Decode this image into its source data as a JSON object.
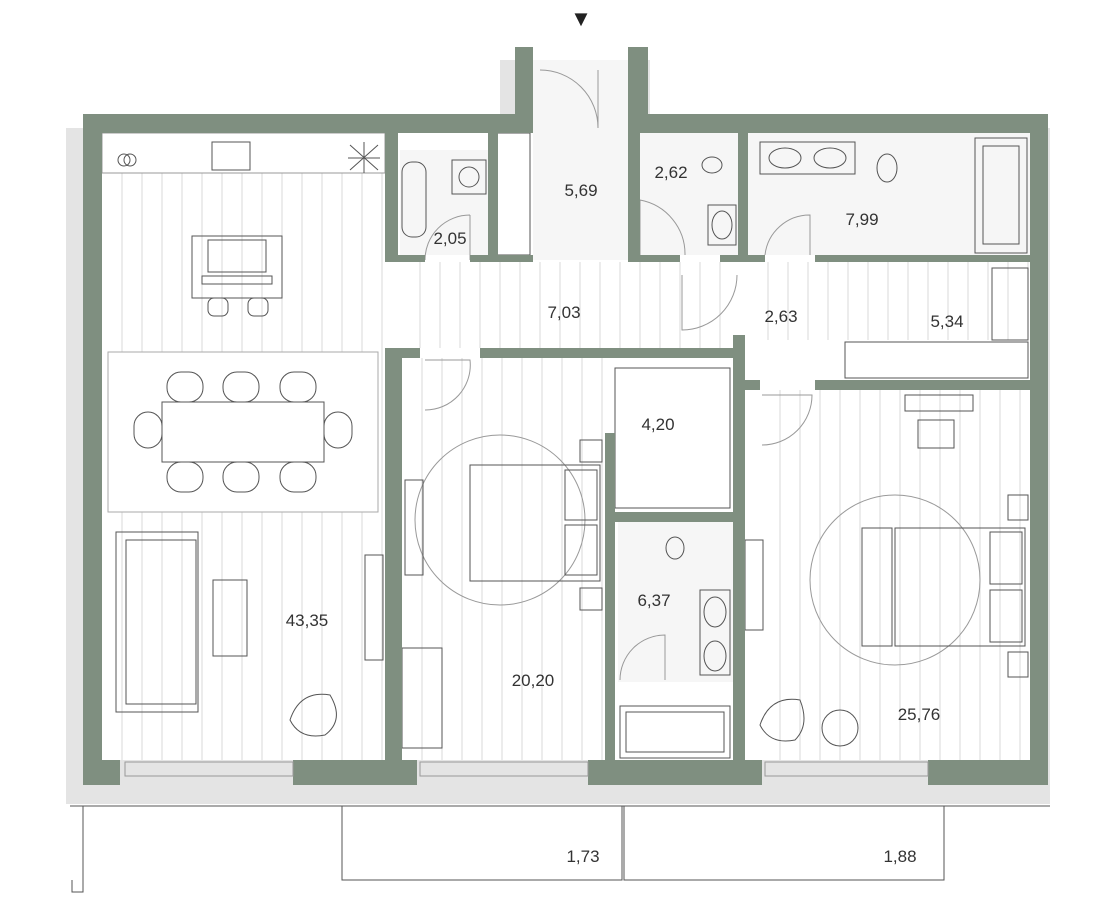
{
  "plan": {
    "entrance_marker": "▼",
    "colors": {
      "wall": "#7f8f80",
      "shadow": "#e4e4e4",
      "line": "#999999"
    },
    "rooms": [
      {
        "id": "living-kitchen",
        "area": "43,35"
      },
      {
        "id": "bathroom-small",
        "area": "2,05"
      },
      {
        "id": "entry-hall",
        "area": "5,69"
      },
      {
        "id": "toilet",
        "area": "2,62"
      },
      {
        "id": "bathroom-master",
        "area": "7,99"
      },
      {
        "id": "corridor",
        "area": "7,03"
      },
      {
        "id": "hall-2",
        "area": "2,63"
      },
      {
        "id": "wardrobe",
        "area": "5,34"
      },
      {
        "id": "closet",
        "area": "4,20"
      },
      {
        "id": "bedroom-1",
        "area": "20,20"
      },
      {
        "id": "bathroom-2",
        "area": "6,37"
      },
      {
        "id": "bedroom-2",
        "area": "25,76"
      },
      {
        "id": "balcony-1",
        "area": "1,73"
      },
      {
        "id": "balcony-2",
        "area": "1,88"
      }
    ]
  }
}
